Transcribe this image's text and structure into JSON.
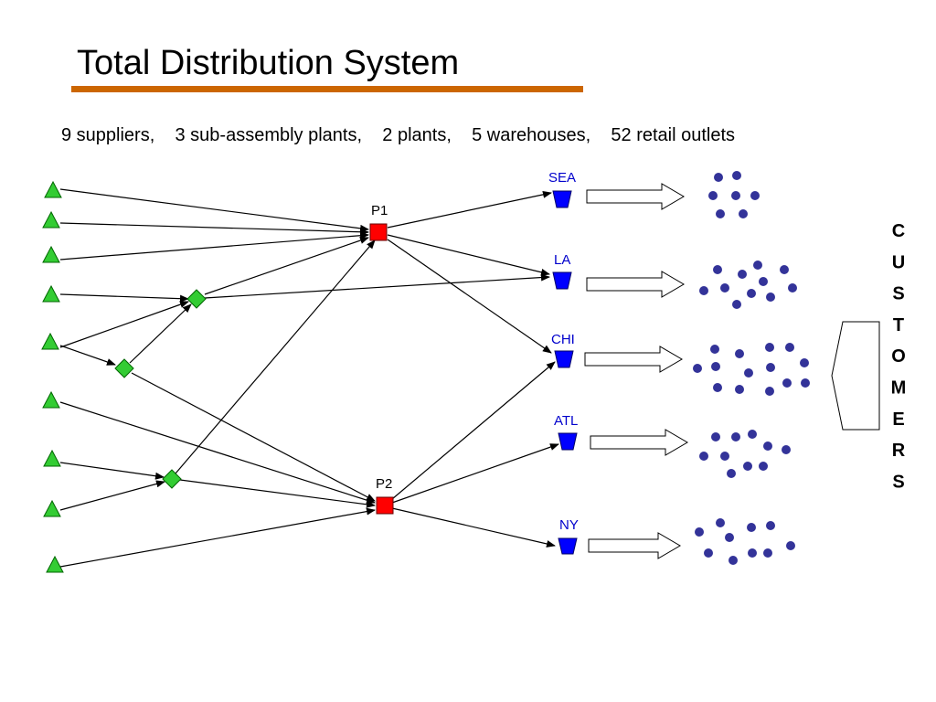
{
  "title": "Total Distribution System",
  "summary": "9 suppliers,    3 sub-assembly plants,    2 plants,    5 warehouses,    52 retail outlets",
  "plants": [
    {
      "id": "P1",
      "label": "P1"
    },
    {
      "id": "P2",
      "label": "P2"
    }
  ],
  "warehouses": [
    {
      "id": "SEA",
      "label": "SEA"
    },
    {
      "id": "LA",
      "label": "LA"
    },
    {
      "id": "CHI",
      "label": "CHI"
    },
    {
      "id": "ATL",
      "label": "ATL"
    },
    {
      "id": "NY",
      "label": "NY"
    }
  ],
  "customers_label": "CUSTOMERS",
  "colors": {
    "supplier": "#33CC33",
    "subassembly": "#33CC33",
    "plant": "#FF0000",
    "warehouse": "#0000FF",
    "outlet": "#333399",
    "title_rule": "#CC6600",
    "warehouse_label": "#0000CC"
  }
}
